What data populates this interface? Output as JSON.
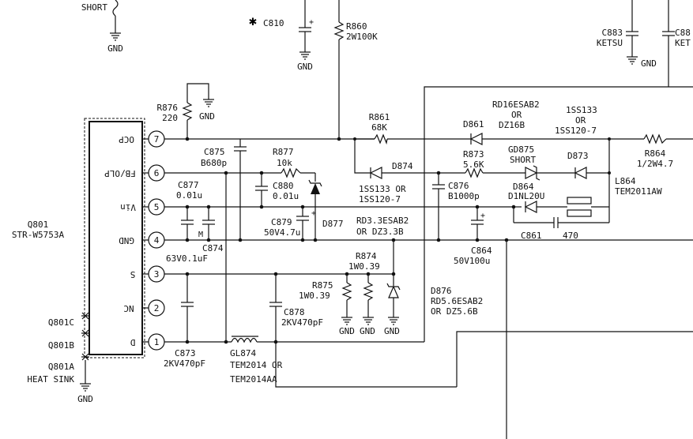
{
  "gnd": "GND",
  "ic": {
    "ref": "Q801",
    "part": "STR-W5753A",
    "tabs": [
      "Q801C",
      "Q801B",
      "Q801A",
      "HEAT SINK"
    ],
    "pins": [
      {
        "num": "7",
        "label": "OCP"
      },
      {
        "num": "6",
        "label": "FB/OLP"
      },
      {
        "num": "5",
        "label": "Vin"
      },
      {
        "num": "4",
        "label": "GND"
      },
      {
        "num": "3",
        "label": "S"
      },
      {
        "num": "2",
        "label": "NC"
      },
      {
        "num": "1",
        "label": "D"
      }
    ]
  },
  "parts": {
    "short": "SHORT",
    "star": "✱",
    "c810": "C810",
    "r860": "R860",
    "r860_val": "2W100K",
    "c883": "C883",
    "c883_val": "KETSU",
    "c88x": "C88",
    "c88x_val": "KET",
    "r876": "R876",
    "r876_val": "220",
    "c875": "C875",
    "c875_val": "B680p",
    "r877": "R877",
    "r877_val": "10k",
    "c880": "C880",
    "c880_val": "0.01u",
    "c877": "C877",
    "c877_val": "0.01u",
    "c879": "C879",
    "c879_val": "50V4.7u",
    "d877": "D877",
    "c874": "C874",
    "c874_val": "63V0.1uF",
    "c874_m": "M",
    "r861": "R861",
    "r861_val": "68K",
    "d874": "D874",
    "d874_val": "1SS133 OR",
    "d874_val2": "1SS120-7",
    "zd_val": "RD3.3ESAB2",
    "zd_val2": "OR DZ3.3B",
    "d861_alt": "RD16ESAB2",
    "d861_or": "OR",
    "d861_alt2": "DZ16B",
    "d861": "D861",
    "r873": "R873",
    "r873_val": "5.6K",
    "c876": "C876",
    "c876_val": "B1000p",
    "gd875": "GD875",
    "gd875_val": "SHORT",
    "d864": "D864",
    "d864_val": "D1NL20U",
    "c864": "C864",
    "c864_val": "50V100u",
    "c861": "C861",
    "c861_val": "470",
    "d873_alt": "1SS133",
    "d873_or": "OR",
    "d873_alt2": "1SS120-7",
    "d873": "D873",
    "r864": "R864",
    "r864_val": "1/2W4.7",
    "l864": "L864",
    "l864_val": "TEM2011AW",
    "r874": "R874",
    "r874_val": "1W0.39",
    "r875": "R875",
    "r875_val": "1W0.39",
    "c878": "C878",
    "c878_val": "2KV470pF",
    "c873": "C873",
    "c873_val": "2KV470pF",
    "gl874": "GL874",
    "gl874_val": "TEM2014 OR",
    "gl874_val2": "TEM2014AA",
    "d876": "D876",
    "d876_val": "RD5.6ESAB2",
    "d876_val2": "OR DZ5.6B"
  }
}
